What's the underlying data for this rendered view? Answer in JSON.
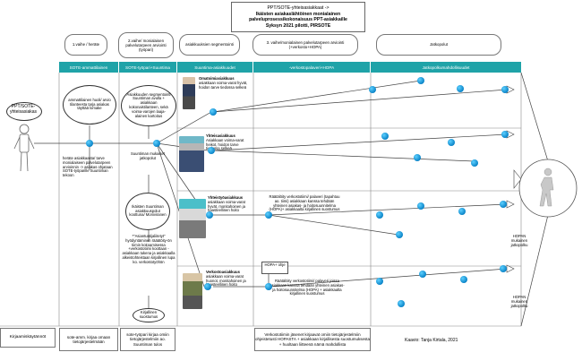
{
  "title": {
    "line1": "PPT/SOTE-yhteisasiakkaat ->",
    "line2": "Ikäisten asiakaslähtöinen monialainen palveluprosessikokonaisuus PPT-asiakkaille",
    "line3": "Syksyn 2021 pilotti, PIRSOTE"
  },
  "phases": [
    "1.vaihe / herätе",
    "2.vaihe/ monialaisen palvelutarpeen arviointi (työpari)",
    "asiakkuuksien segmentointi",
    "3. vaihe/monialainen palvelutarpeen arviointi (+verkosto+HOPA)",
    "Jatkopolut"
  ],
  "bands": [
    "SOTE-ammattilainen",
    "SOTE-työpari+Suuntima",
    "Suuntima-asiakkuudet",
    "-verkostopalaveri+HOPA",
    "Jatkopolkumahdollisuudet"
  ],
  "start": {
    "label": "PPT/SOTE-yhteisasiakas"
  },
  "col1": {
    "oval": "ammattilainen huoli/ arvio tilanteesta tarja asiakas täyttää lomake",
    "note": "herätе asiakkaasta/ tarve monialaiseen palvelutarpeen arvioinnin -> asiakas ohjataan SOTE-työparille Suuntiman tekoon"
  },
  "col2": {
    "oval_top": "Asiakkuuden segmentointi Suuntiman avulla + asiakkaan kokonaistilanteen, sekä voima-varojen laaja-alainen kartoitus",
    "suuntima": "Suuntiman mukaiset jatkopolut",
    "oval_mid": "Ikäisten Suuntiman asiakkuuspolut koottuna/ Moniviranen",
    "note": "*\"Asiantuntijaliitetyt\" hyödyntäminen rääätöity-ön tiimin kokoamisessa +verkostotiimi koottaan -asiakkaan tukena ja asiakkaalla alkeistohteistaan kirjallinen lupa ko. verkostotyöhön",
    "kirjallinen": "Kirjallinen suostumus"
  },
  "segments": [
    {
      "title": "Omatoimiasiakkuus",
      "desc": "asiakkaan voima-varat hyvät, hoidon tarve tiedossa selkeä"
    },
    {
      "title": "Yhteisasiakkuus",
      "desc": "Asiakkaan voima-varat heikot, hoidon tarve tiedossa selkeä"
    },
    {
      "title": "Yhteistyöasiakkuus",
      "desc": "asiakkaan voima-varat hyvät, monitahoinen ja haasteellinen hoito"
    },
    {
      "title": "Verkostoasiakkuus",
      "desc": "asiakkaan voima-varat huonot, monitahoinen ja haasteellinen hoito"
    }
  ],
  "col4": {
    "text_a": "Räätälöity verkostotiimi/ palaveri (tapahtuu ao. tiimi) asiakkaan kanssa tehdään yhteinen asiakas- ja hoitosuunnitelma (HOPA)+ asiakkaalta kirjallinen suostumus",
    "hopa_box": "HOPA+ ohje",
    "text_b": "Räätälöity verkostotiimi/ palaveri joissa asiakkaan kanssa tehdään yhteinen asiakas- ja hoitosuunnitelma (HOPA) + asiakkaalta kirjallinen suostumus"
  },
  "col5": {
    "hopa1": "HOPAN mukainen jatkopolku",
    "hopa2": "HOPAN mukainen jatkopolku"
  },
  "footer": {
    "row_label": "Kirjaamiskäytännöt",
    "c1": "sote-amm. kirjaa omaan tietojärjestelmään",
    "c2": "sote-työpari kirjaa omiin tietojärjestelmiin ao. Suuntiman tulos",
    "c3": "Verkostotiimin jäsenet kirjaavat omiin tietojärjestelmiin ohjeistetusti HOPASTA + asiakkaan kirjallisesta suostumuksesta + huoltaan liitteenä nämä mahdollista",
    "credit": "Kaavio: Tanja Kirtala, 2021"
  },
  "colors": {
    "band": "#1fa3a8",
    "dot": "#0a84c8"
  },
  "icons": [
    "person-outline-icon",
    "walking-person-icon",
    "person-photo-icon"
  ]
}
